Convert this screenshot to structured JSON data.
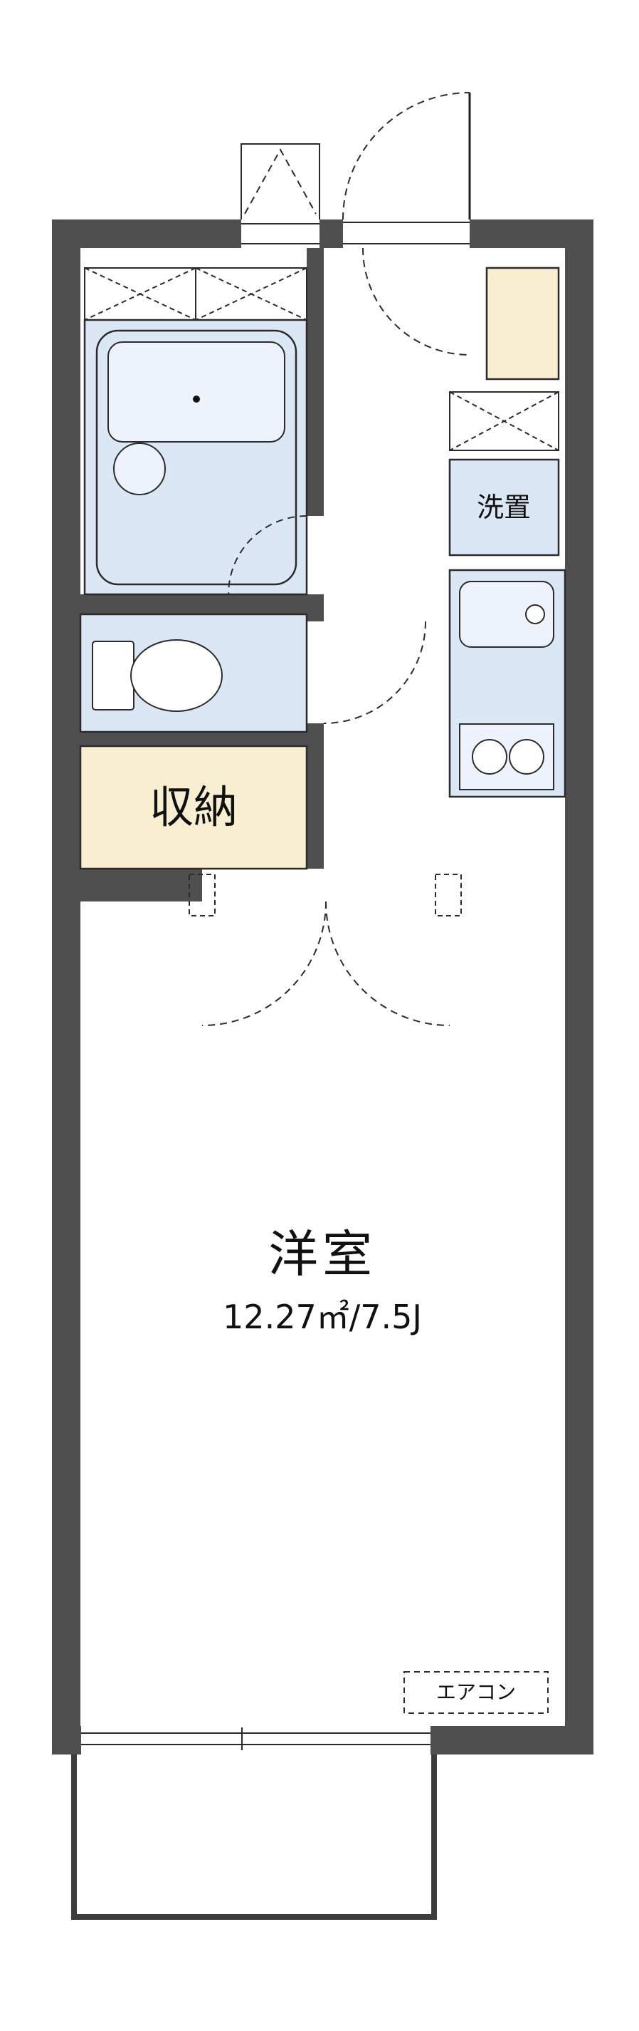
{
  "colors": {
    "wall": "#4f4f4f",
    "water": "#dce7f6",
    "closet": "#f8efd2",
    "bg": "#ffffff"
  },
  "rooms": {
    "closet": {
      "label": "収納"
    },
    "laundry": {
      "label": "洗置"
    },
    "main_room": {
      "name": "洋室",
      "area": "12.27㎡/7.5J"
    },
    "air_conditioner": {
      "label": "エアコン"
    }
  }
}
